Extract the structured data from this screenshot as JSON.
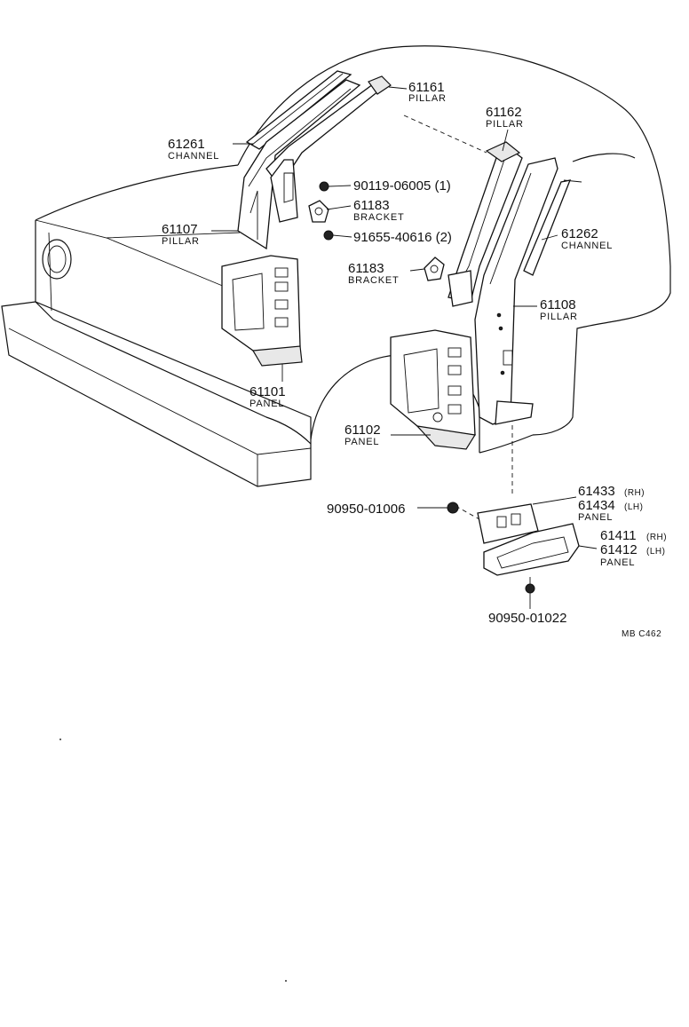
{
  "diagram": {
    "code": "MB C462",
    "callouts": [
      {
        "id": "c61261",
        "part_no": "61261",
        "name": "CHANNEL"
      },
      {
        "id": "c61161",
        "part_no": "61161",
        "name": "PILLAR"
      },
      {
        "id": "c61162",
        "part_no": "61162",
        "name": "PILLAR"
      },
      {
        "id": "c90119",
        "part_no": "90119-06005 (1)",
        "name": ""
      },
      {
        "id": "c61183a",
        "part_no": "61183",
        "name": "BRACKET"
      },
      {
        "id": "c61107",
        "part_no": "61107",
        "name": "PILLAR"
      },
      {
        "id": "c91655",
        "part_no": "91655-40616 (2)",
        "name": ""
      },
      {
        "id": "c61262",
        "part_no": "61262",
        "name": "CHANNEL"
      },
      {
        "id": "c61183b",
        "part_no": "61183",
        "name": "BRACKET"
      },
      {
        "id": "c61108",
        "part_no": "61108",
        "name": "PILLAR"
      },
      {
        "id": "c61101",
        "part_no": "61101",
        "name": "PANEL"
      },
      {
        "id": "c61102",
        "part_no": "61102",
        "name": "PANEL"
      },
      {
        "id": "c61433",
        "part_no": "61433",
        "suffix": "(RH)"
      },
      {
        "id": "c61434",
        "part_no": "61434",
        "suffix": "(LH)",
        "name": "PANEL"
      },
      {
        "id": "c90950a",
        "part_no": "90950-01006",
        "name": ""
      },
      {
        "id": "c61411",
        "part_no": "61411",
        "suffix": "(RH)"
      },
      {
        "id": "c61412",
        "part_no": "61412",
        "suffix": "(LH)",
        "name": "PANEL"
      },
      {
        "id": "c90950b",
        "part_no": "90950-01022",
        "name": ""
      }
    ]
  }
}
